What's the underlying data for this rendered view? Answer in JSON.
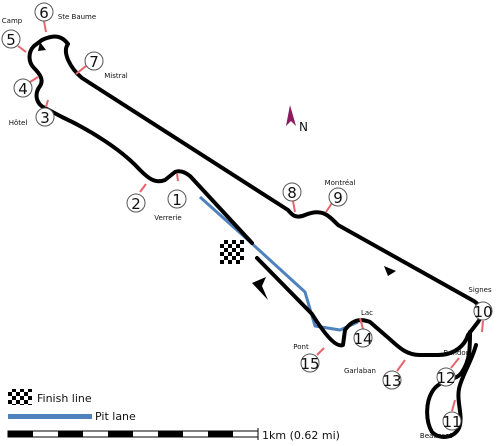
{
  "colors": {
    "track": "#000000",
    "pit_lane": "#4f81bd",
    "marker": "#e8646d",
    "north_arrow": "#8b1c5e",
    "background": "#ffffff"
  },
  "north_label": "N",
  "turns": [
    {
      "number": "1",
      "name": "Verrerie"
    },
    {
      "number": "2",
      "name": ""
    },
    {
      "number": "3",
      "name": "Hôtel"
    },
    {
      "number": "4",
      "name": ""
    },
    {
      "number": "5",
      "name": "Camp"
    },
    {
      "number": "6",
      "name": "Ste Baume"
    },
    {
      "number": "7",
      "name": "Mistral"
    },
    {
      "number": "8",
      "name": ""
    },
    {
      "number": "9",
      "name": "Montréal"
    },
    {
      "number": "10",
      "name": "Signes"
    },
    {
      "number": "11",
      "name": "Beausset"
    },
    {
      "number": "12",
      "name": "Bendor"
    },
    {
      "number": "13",
      "name": "Garlaban"
    },
    {
      "number": "14",
      "name": "Lac"
    },
    {
      "number": "15",
      "name": "Pont"
    }
  ],
  "legend": {
    "finish_line": "Finish line",
    "pit_lane": "Pit lane",
    "scale": "1km (0.62 mi)"
  }
}
